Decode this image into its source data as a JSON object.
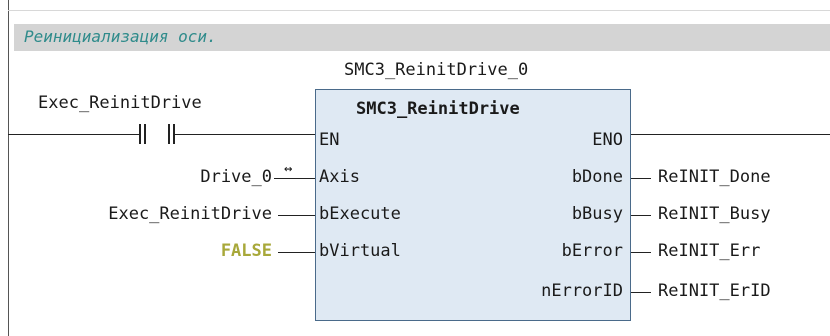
{
  "comment": "Реинициализация оси.",
  "instance_name": "SMC3_ReinitDrive_0",
  "block_type": "SMC3_ReinitDrive",
  "contact_variable": "Exec_ReinitDrive",
  "inputs": [
    {
      "pin": "EN"
    },
    {
      "pin": "Axis",
      "arg": "Drive_0",
      "connector": "↔"
    },
    {
      "pin": "bExecute",
      "arg": "Exec_ReinitDrive"
    },
    {
      "pin": "bVirtual",
      "arg": "FALSE"
    }
  ],
  "outputs": [
    {
      "pin": "ENO"
    },
    {
      "pin": "bDone",
      "target": "ReINIT_Done"
    },
    {
      "pin": "bBusy",
      "target": "ReINIT_Busy"
    },
    {
      "pin": "bError",
      "target": "ReINIT_Err"
    },
    {
      "pin": "nErrorID",
      "target": "ReINIT_ErID"
    }
  ],
  "colors": {
    "comment": "#2f8b8b",
    "false_constant": "#a8a83a",
    "block_fill": "#dfe9f3",
    "comment_bar": "#d4d4d4"
  }
}
